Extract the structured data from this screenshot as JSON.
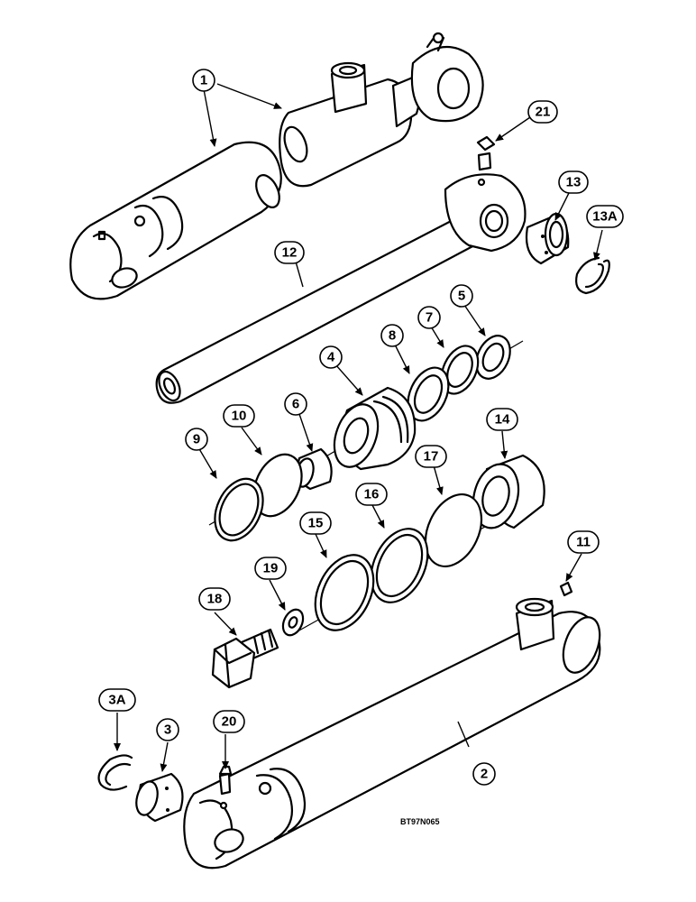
{
  "callouts": {
    "c1": "1",
    "c2": "2",
    "c3": "3",
    "c3a": "3A",
    "c4": "4",
    "c5": "5",
    "c6": "6",
    "c7": "7",
    "c8": "8",
    "c9": "9",
    "c10": "10",
    "c11": "11",
    "c12": "12",
    "c13": "13",
    "c13a": "13A",
    "c14": "14",
    "c15": "15",
    "c16": "16",
    "c17": "17",
    "c18": "18",
    "c19": "19",
    "c20": "20",
    "c21": "21"
  },
  "drawing_code": "BT97N065"
}
